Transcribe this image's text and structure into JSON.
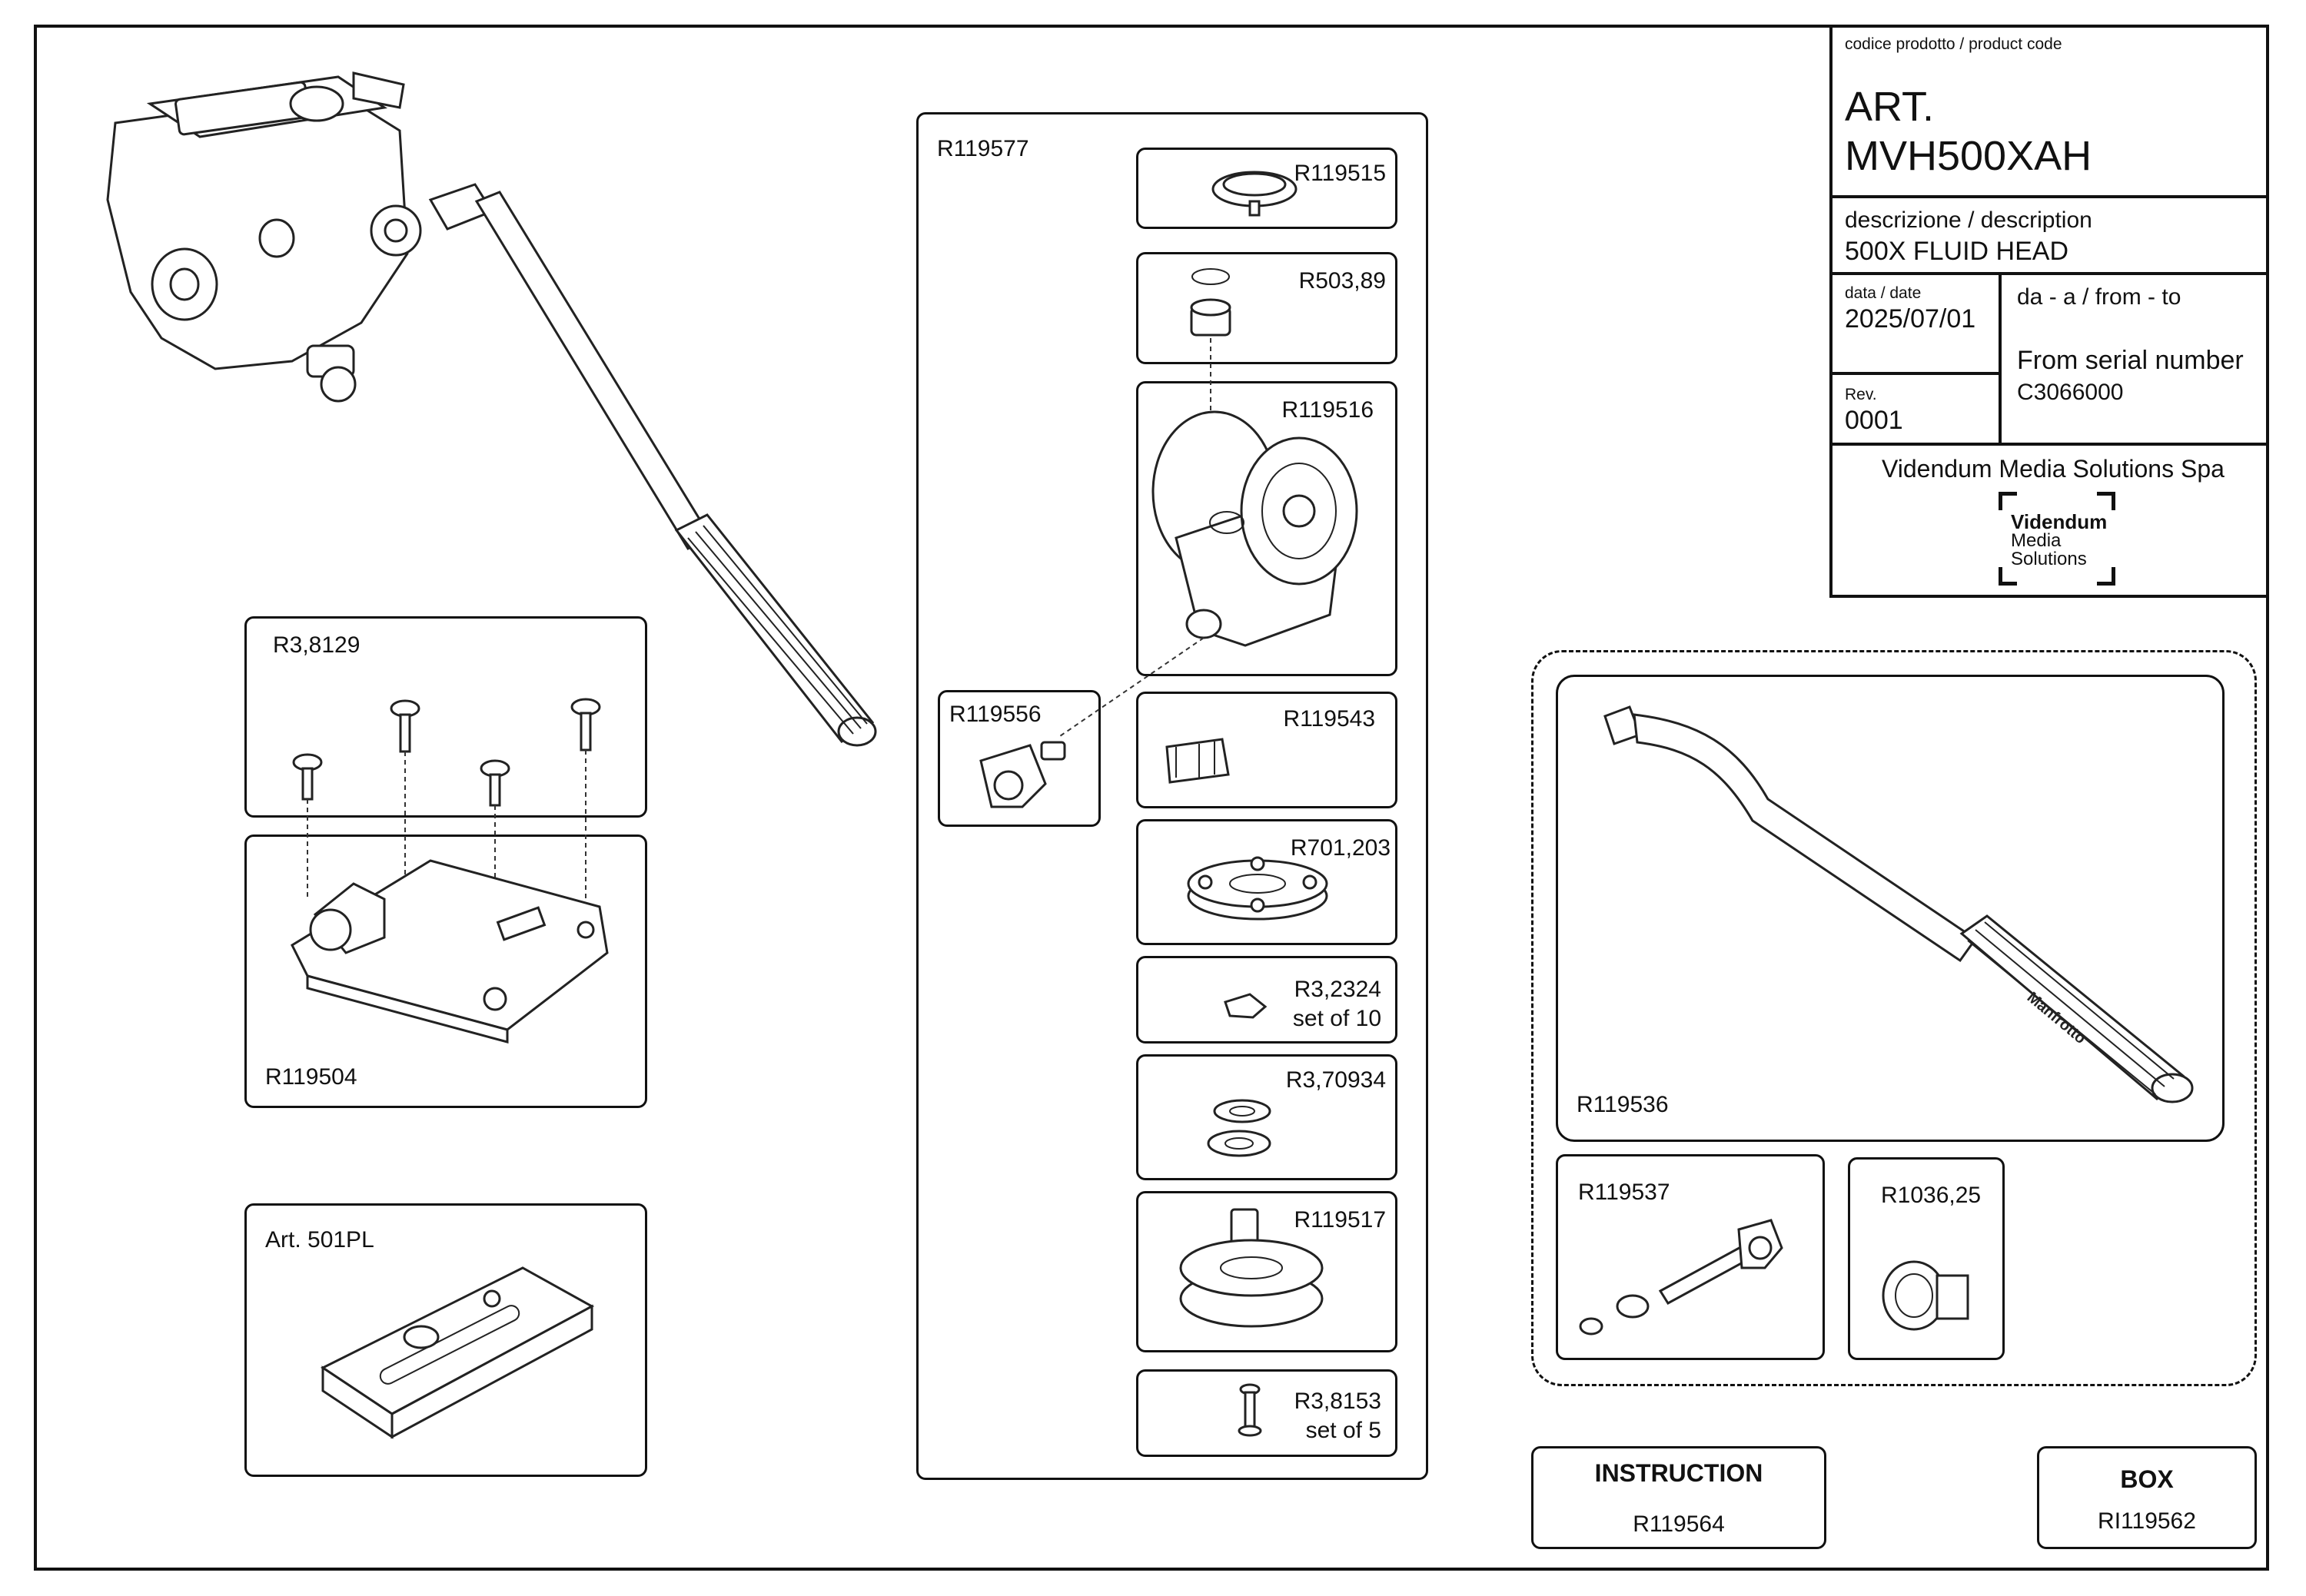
{
  "title_block": {
    "product_code_label": "codice prodotto / product code",
    "art_prefix": "ART.",
    "art_code": "MVH500XAH",
    "description_label": "descrizione / description",
    "description": "500X FLUID HEAD",
    "date_label": "data / date",
    "date": "2025/07/01",
    "range_label": "da - a / from - to",
    "serial_label": "From serial number",
    "serial": "C3066000",
    "rev_label": "Rev.",
    "rev": "0001",
    "company": "Videndum Media Solutions Spa",
    "logo_text": [
      "Videndum",
      "Media",
      "Solutions"
    ]
  },
  "parts": {
    "screws_group": "R3,8129",
    "plate_base": "R119504",
    "quick_plate": "Art. 501PL",
    "kit_main": "R119577",
    "knob_top": "R119515",
    "bushing": "R503,89",
    "body": "R119516",
    "lever_knob": "R119556",
    "clip": "R119543",
    "ring": "R701,203",
    "washer_code": "R3,2324",
    "washer_qty": "set of 10",
    "bearing": "R3,70934",
    "base_shaft": "R119517",
    "screw_code": "R3,8153",
    "screw_qty": "set of 5",
    "pan_bar": "R119536",
    "bar_clamp": "R119537",
    "rosette": "R1036,25",
    "handle_brand": "Manfrotto"
  },
  "footer": {
    "instruction_title": "INSTRUCTION",
    "instruction_code": "R119564",
    "box_title": "BOX",
    "box_code": "RI119562"
  }
}
